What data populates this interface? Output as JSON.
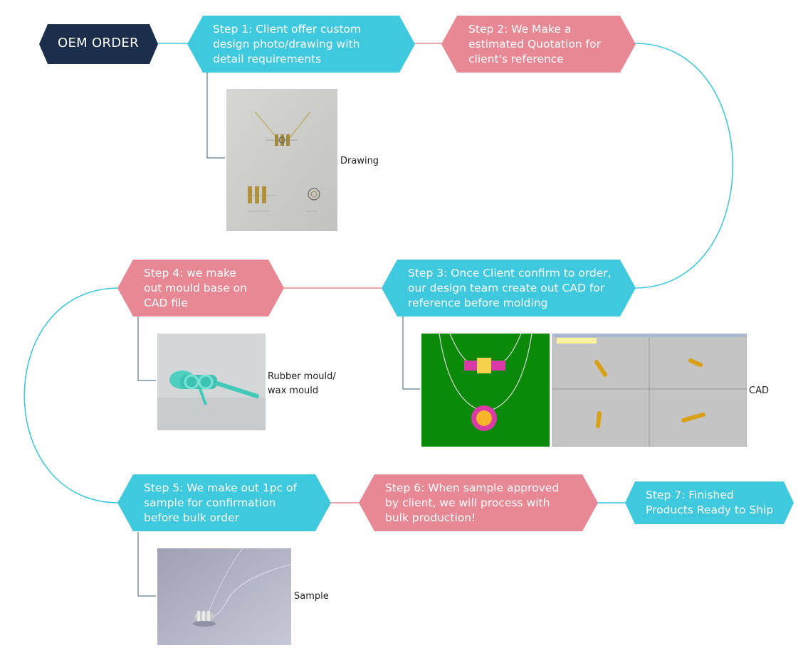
{
  "title": "OEM ORDER",
  "steps": {
    "s1": "Step 1: Client offer custom\ndesign photo/drawing with\ndetail requirements",
    "s2": "Step 2: We Make a\nestimated Quotation for\nclient's reference",
    "s3": "Step 3: Once Client confirm to order,\nour design team create out CAD for\nreference before molding",
    "s4": "Step 4:  we make\nout mould base on\nCAD file",
    "s5": "Step 5:  We make out 1pc of\nsample for confirmation\nbefore bulk order",
    "s6": "Step 6: When sample approved\nby client, we will process with\nbulk production!",
    "s7": "Step 7:  Finished\nProducts Ready to Ship"
  },
  "captions": {
    "drawing": "Drawing",
    "mould": "Rubber mould/\nwax mould",
    "cad": "CAD",
    "sample": "Sample"
  },
  "colors": {
    "navy": "#1b2e4b",
    "cyan": "#3fc9de",
    "pink": "#e88894",
    "connector": "#3fc9de",
    "connector_pink": "#e88894",
    "bracket": "#5b7a8c"
  },
  "icons": {
    "drawing": "pencil-sketch-image",
    "mould": "rubber-mould-photo",
    "cad": "cad-render-screenshot",
    "sample": "pendant-sample-photo"
  }
}
